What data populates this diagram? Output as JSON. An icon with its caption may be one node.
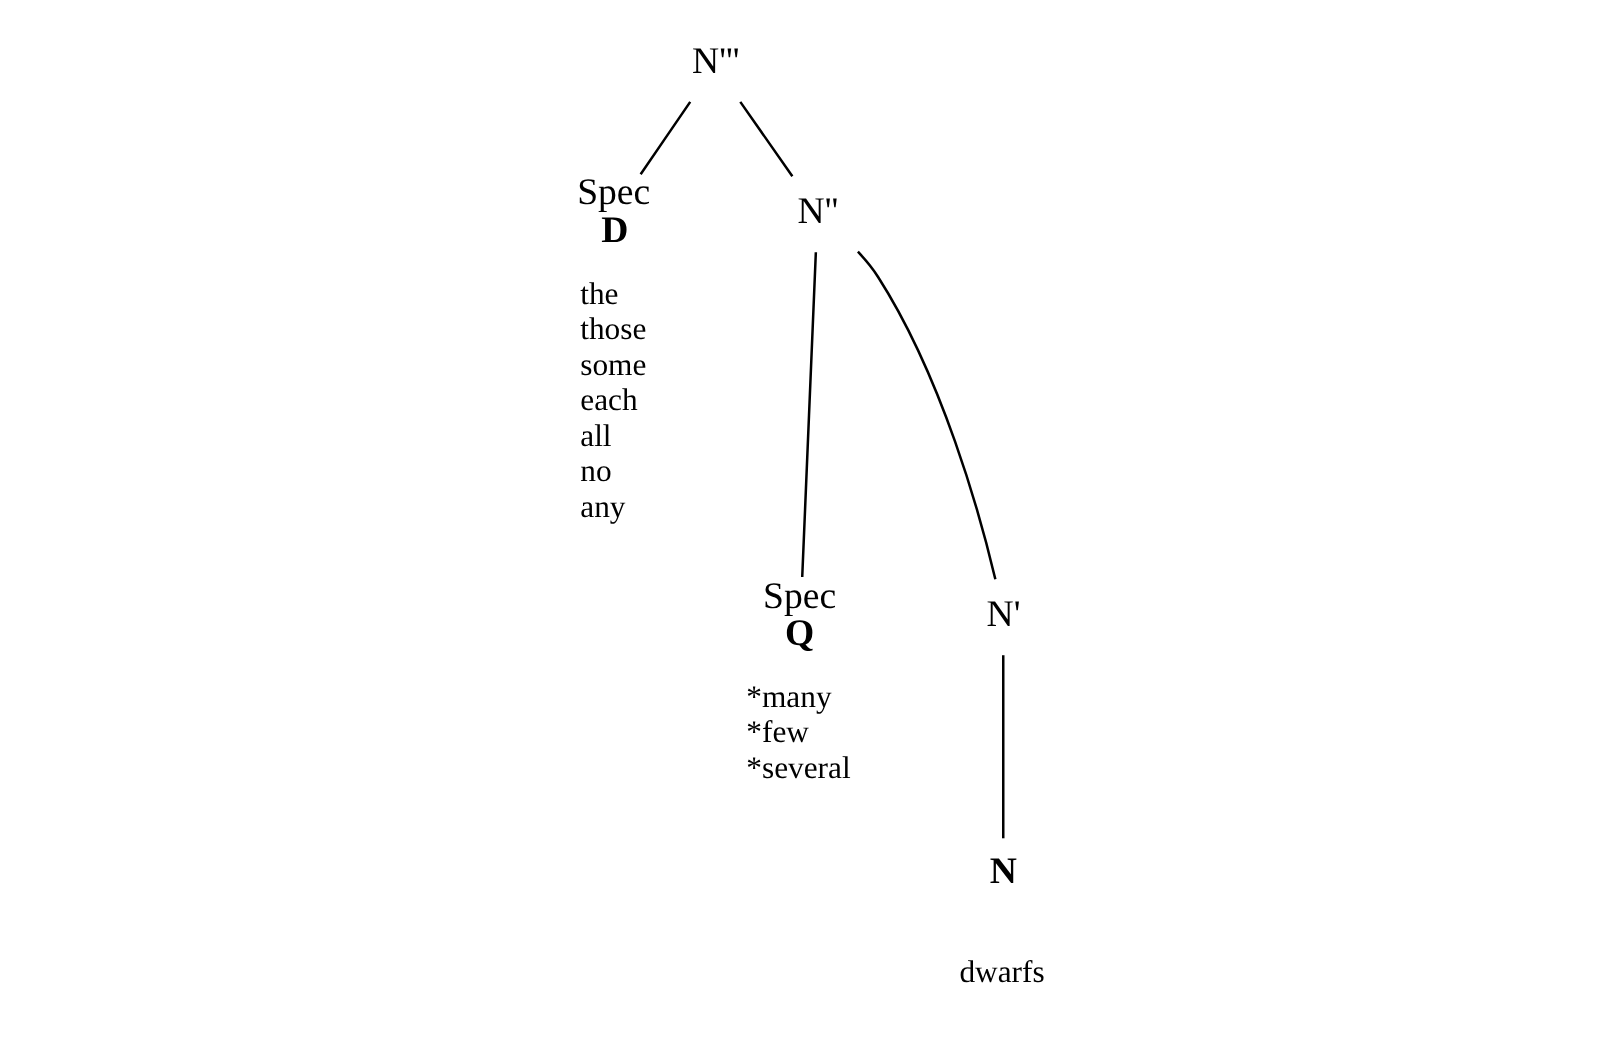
{
  "diagram": {
    "nodes": [
      {
        "text": [
          "N'''"
        ]
      },
      {
        "text": [
          "Spec",
          "D"
        ],
        "beside": [
          "the",
          "those",
          "some",
          "each",
          "all",
          "no",
          "any"
        ]
      },
      {
        "text": [
          "N''"
        ]
      },
      {
        "text": [
          "Spec",
          "Q"
        ],
        "beside": [
          "*many",
          "*few",
          "*several"
        ]
      },
      {
        "text": [
          "N'"
        ]
      },
      {
        "text": [
          "N"
        ],
        "beside": [
          "dwarfs"
        ]
      }
    ],
    "edges": [
      {
        "from": 0,
        "to": 1,
        "arrow": "none"
      },
      {
        "from": 0,
        "to": 2,
        "arrow": "none"
      },
      {
        "from": 2,
        "to": 3,
        "arrow": "none"
      },
      {
        "from": 2,
        "to": 4,
        "arrow": "none"
      },
      {
        "from": 4,
        "to": 5,
        "arrow": "none"
      }
    ]
  }
}
